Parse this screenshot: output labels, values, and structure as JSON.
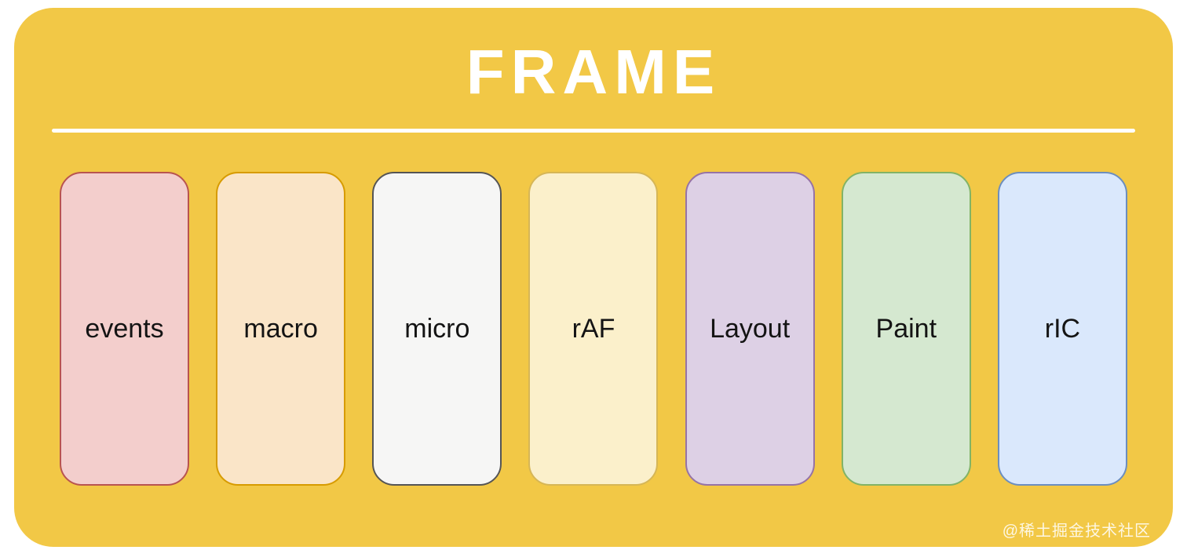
{
  "diagram": {
    "title": "FRAME",
    "frame_color": "#F2C846",
    "divider_color": "#FFFFFF",
    "cards": [
      {
        "label": "events",
        "fill": "#F3CECC",
        "stroke": "#B85450"
      },
      {
        "label": "macro",
        "fill": "#FAE5C8",
        "stroke": "#D79B00"
      },
      {
        "label": "micro",
        "fill": "#F6F6F5",
        "stroke": "#555555"
      },
      {
        "label": "rAF",
        "fill": "#FBF0CB",
        "stroke": "#D6B656"
      },
      {
        "label": "Layout",
        "fill": "#DDD0E5",
        "stroke": "#9673A6"
      },
      {
        "label": "Paint",
        "fill": "#D5E8D0",
        "stroke": "#82B366"
      },
      {
        "label": "rIC",
        "fill": "#DAE8FC",
        "stroke": "#6C8EBF"
      }
    ],
    "watermark": "@稀土掘金技术社区"
  }
}
